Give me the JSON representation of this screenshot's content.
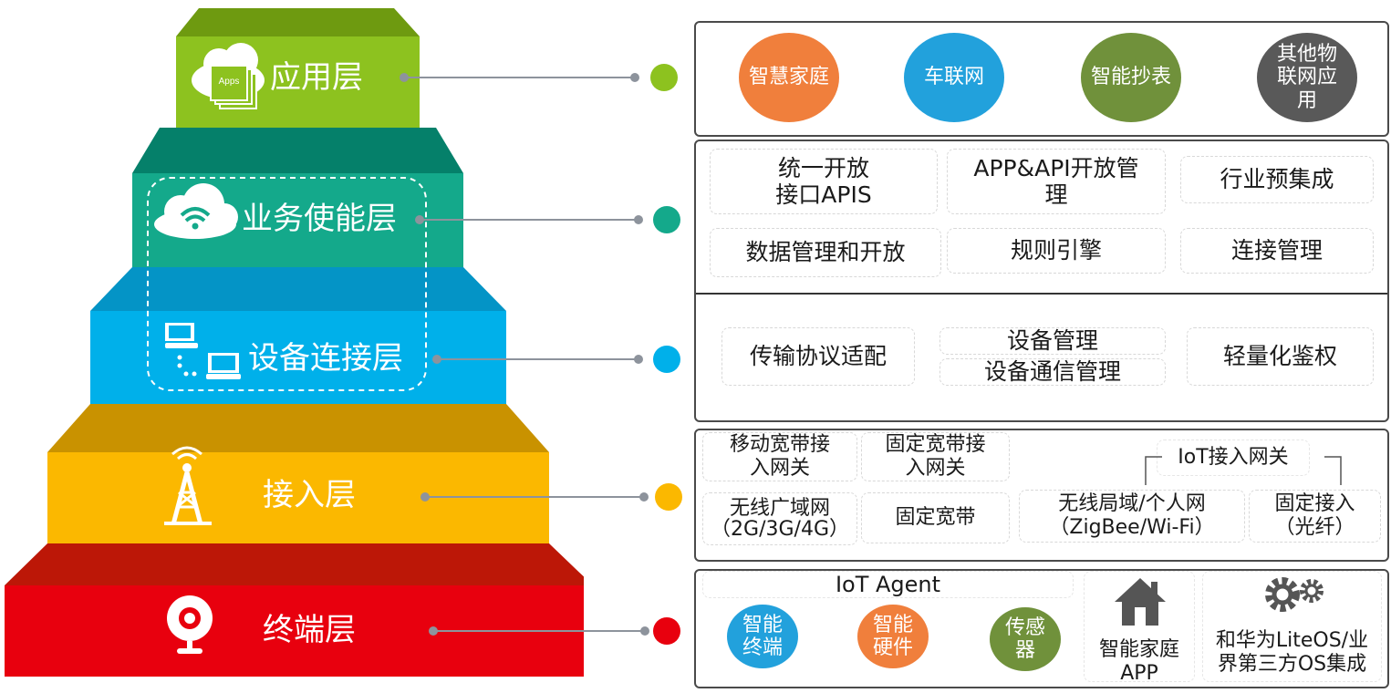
{
  "layers": {
    "app": {
      "label": "应用层",
      "apps_icon_text": "Apps"
    },
    "enable": {
      "label": "业务使能层"
    },
    "device": {
      "label": "设备连接层"
    },
    "access": {
      "label": "接入层"
    },
    "terminal": {
      "label": "终端层"
    }
  },
  "colors": {
    "app": "#8dc21f",
    "enable": "#14a98b",
    "device": "#00b0ea",
    "access": "#fbb800",
    "terminal": "#e8000e",
    "circle_orange": "#f07f3c",
    "circle_blue": "#22a1dc",
    "circle_green": "#70913b",
    "circle_gray": "#595959"
  },
  "apps": {
    "smart_home": "智慧家庭",
    "iov": "车联网",
    "smart_meter": "智能抄表",
    "other_iot": "其他物联网应用"
  },
  "enable_items": {
    "api": "统一开放接口APIS",
    "app_api": "APP&API开放管理",
    "industry": "行业预集成",
    "data": "数据管理和开放",
    "rules": "规则引擎",
    "conn_mgmt": "连接管理"
  },
  "device_items": {
    "protocol": "传输协议适配",
    "device_mgmt": "设备管理",
    "device_comm": "设备通信管理",
    "auth": "轻量化鉴权"
  },
  "access_items": {
    "mobile_gw": "移动宽带接入网关",
    "fixed_gw": "固定宽带接入网关",
    "iot_gw": "IoT接入网关",
    "wan": "无线广域网（2G/3G/4G）",
    "fixed_bb": "固定宽带",
    "lan": "无线局域/个人网（ZigBee/Wi-Fi）",
    "fixed_access": "固定接入（光纤）"
  },
  "terminal_items": {
    "iot_agent": "IoT Agent",
    "smart_terminal": "智能终端",
    "smart_hw": "智能硬件",
    "sensor": "传感器",
    "home_app": "智能家庭APP",
    "os": "和华为LiteOS/业界第三方OS集成"
  },
  "icons": {
    "app": "apps-cloud-icon",
    "enable": "wifi-cloud-icon",
    "device": "computer-network-icon",
    "access": "signal-tower-icon",
    "terminal": "webcam-icon",
    "home": "house-icon",
    "gears": "gears-icon"
  }
}
